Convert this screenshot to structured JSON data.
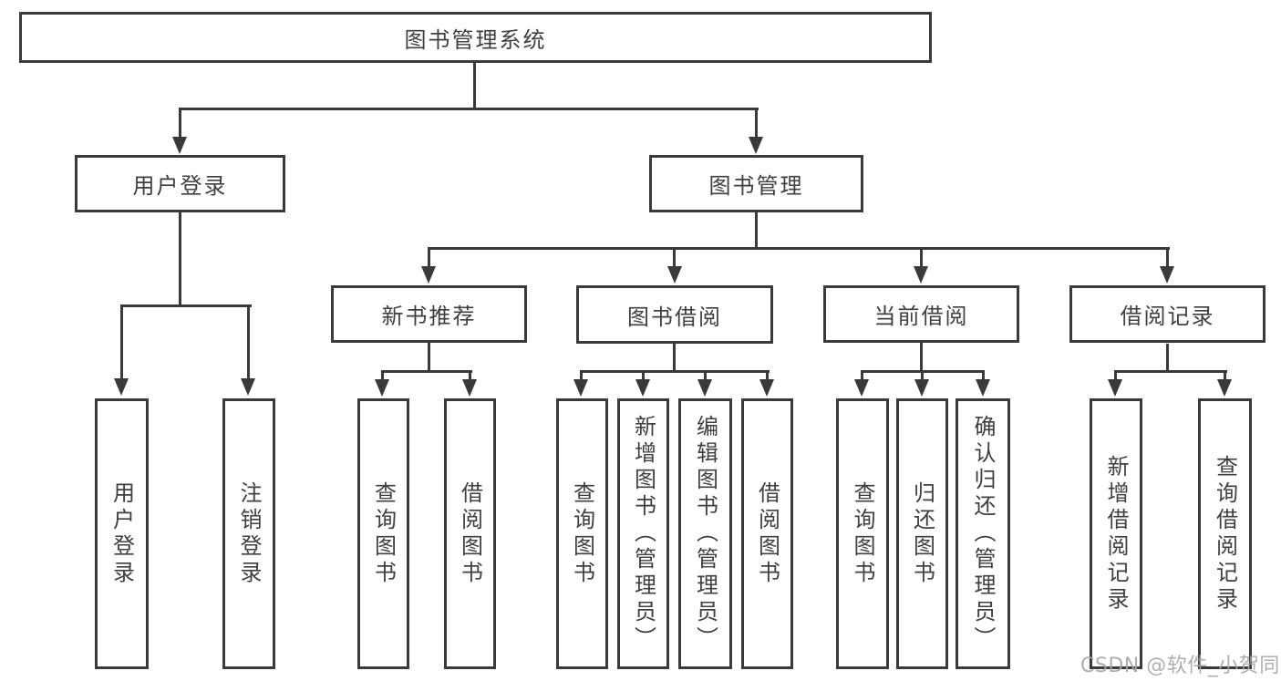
{
  "diagram_title": "图书管理系统",
  "colors": {
    "line": "#3a3a3a",
    "text": "#3f3f3f",
    "background": "#ffffff",
    "watermark": "#a5a5a5"
  },
  "nodes": {
    "root": {
      "label": "图书管理系统"
    },
    "login": {
      "label": "用户登录"
    },
    "mgmt": {
      "label": "图书管理"
    },
    "newbook": {
      "label": "新书推荐"
    },
    "borrow": {
      "label": "图书借阅"
    },
    "current": {
      "label": "当前借阅"
    },
    "records": {
      "label": "借阅记录"
    },
    "login_user": {
      "label": "用户登录"
    },
    "login_logout": {
      "label": "注销登录"
    },
    "nb_query": {
      "label": "查询图书"
    },
    "nb_borrow": {
      "label": "借阅图书"
    },
    "bw_query": {
      "label": "查询图书"
    },
    "bw_add": {
      "label": "新增图书（管理员）"
    },
    "bw_edit": {
      "label": "编辑图书（管理员）"
    },
    "bw_borrow": {
      "label": "借阅图书"
    },
    "cu_query": {
      "label": "查询图书"
    },
    "cu_return": {
      "label": "归还图书"
    },
    "cu_confirm": {
      "label": "确认归还（管理员）"
    },
    "re_add": {
      "label": "新增借阅记录"
    },
    "re_query": {
      "label": "查询借阅记录"
    }
  },
  "hierarchy": {
    "root": [
      "login",
      "mgmt"
    ],
    "login": [
      "login_user",
      "login_logout"
    ],
    "mgmt": [
      "newbook",
      "borrow",
      "current",
      "records"
    ],
    "newbook": [
      "nb_query",
      "nb_borrow"
    ],
    "borrow": [
      "bw_query",
      "bw_add",
      "bw_edit",
      "bw_borrow"
    ],
    "current": [
      "cu_query",
      "cu_return",
      "cu_confirm"
    ],
    "records": [
      "re_add",
      "re_query"
    ]
  },
  "watermark": "CSDN @软件_小贺同学"
}
